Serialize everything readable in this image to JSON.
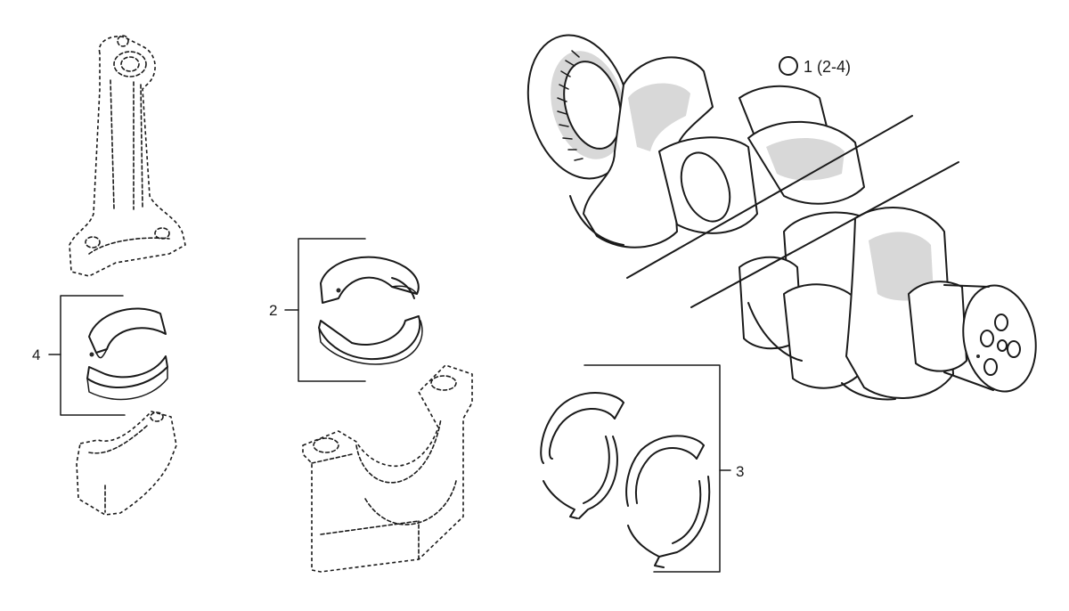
{
  "legend": {
    "text": "1 (2-4)"
  },
  "callouts": [
    {
      "id": "4",
      "label": "4"
    },
    {
      "id": "2",
      "label": "2"
    },
    {
      "id": "3",
      "label": "3"
    }
  ]
}
